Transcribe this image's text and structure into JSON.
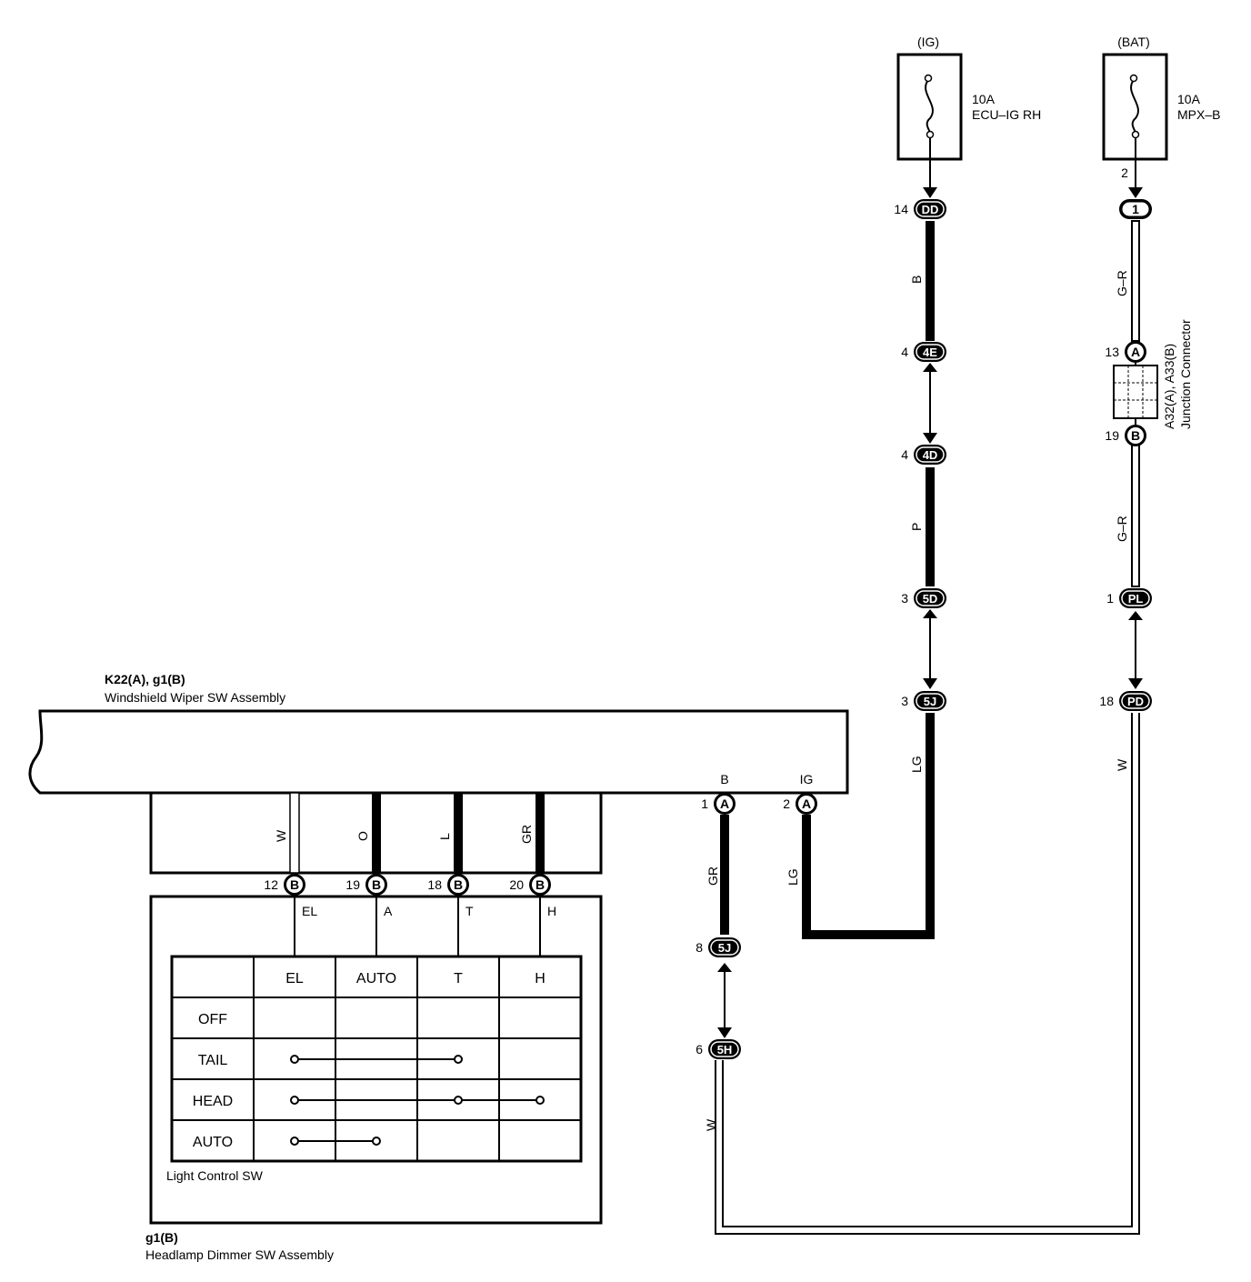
{
  "fuses": [
    {
      "source": "(IG)",
      "rating": "10A",
      "name": "ECU–IG RH"
    },
    {
      "source": "(BAT)",
      "rating": "10A",
      "name": "MPX–B"
    }
  ],
  "connectors": {
    "c_14dd": {
      "pin": "14",
      "code": "DD"
    },
    "c_4e": {
      "pin": "4",
      "code": "4E"
    },
    "c_4d": {
      "pin": "4",
      "code": "4D"
    },
    "c_3_5d": {
      "pin": "3",
      "code": "5D"
    },
    "c_3_5j": {
      "pin": "3",
      "code": "5J"
    },
    "c_2_1": {
      "pin": "2",
      "code": "1"
    },
    "c_13a": {
      "pin": "13",
      "code": "A"
    },
    "c_19b": {
      "pin": "19",
      "code": "B"
    },
    "c_1pl": {
      "pin": "1",
      "code": "PL"
    },
    "c_18pd": {
      "pin": "18",
      "code": "PD"
    },
    "c_1a": {
      "pin": "1",
      "code": "A"
    },
    "c_2a": {
      "pin": "2",
      "code": "A"
    },
    "c_8_5j": {
      "pin": "8",
      "code": "5J"
    },
    "c_6_5h": {
      "pin": "6",
      "code": "5H"
    },
    "c_12b": {
      "pin": "12",
      "code": "B"
    },
    "c_19b_sw": {
      "pin": "19",
      "code": "B"
    },
    "c_18b": {
      "pin": "18",
      "code": "B"
    },
    "c_20b": {
      "pin": "20",
      "code": "B"
    }
  },
  "wires": {
    "b_top": "B",
    "p": "P",
    "lg_right": "LG",
    "gr_top": "G–R",
    "gr_bottom": "G–R",
    "w_right": "W",
    "gr_left": "GR",
    "lg_left": "LG",
    "w_bottom": "W",
    "sw_w": "W",
    "sw_o": "O",
    "sw_l": "L",
    "sw_gr": "GR"
  },
  "junction": {
    "line1": "A32(A), A33(B)",
    "line2": "Junction Connector"
  },
  "wiper_assembly": {
    "code": "K22(A), g1(B)",
    "name": "Windshield Wiper SW Assembly",
    "term_b": "B",
    "term_ig": "IG"
  },
  "terminals": {
    "el": "EL",
    "a": "A",
    "t": "T",
    "h": "H"
  },
  "switch_table": {
    "columns": [
      "EL",
      "AUTO",
      "T",
      "H"
    ],
    "rows": [
      "OFF",
      "TAIL",
      "HEAD",
      "AUTO"
    ]
  },
  "light_sw": "Light Control SW",
  "dimmer_assembly": {
    "code": "g1(B)",
    "name": "Headlamp Dimmer SW Assembly"
  }
}
